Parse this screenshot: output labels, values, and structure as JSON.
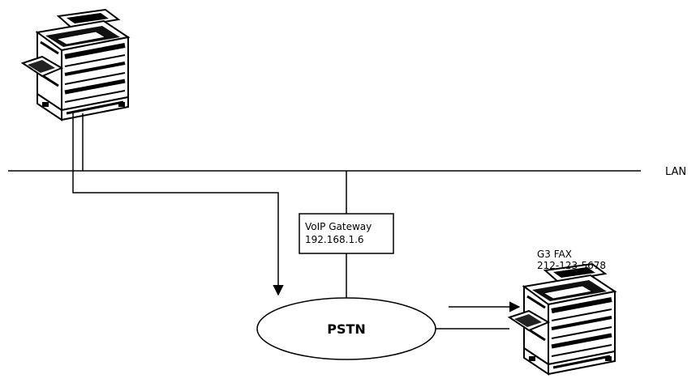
{
  "network": {
    "lan_label": "LAN"
  },
  "gateway": {
    "name": "VoIP Gateway",
    "ip": "192.168.1.6"
  },
  "pstn": {
    "label": "PSTN"
  },
  "remote_fax": {
    "type": "G3 FAX",
    "number": "212-123-5678"
  },
  "icons": {
    "source_device": "fax-printer-icon",
    "destination_device": "fax-printer-icon"
  }
}
